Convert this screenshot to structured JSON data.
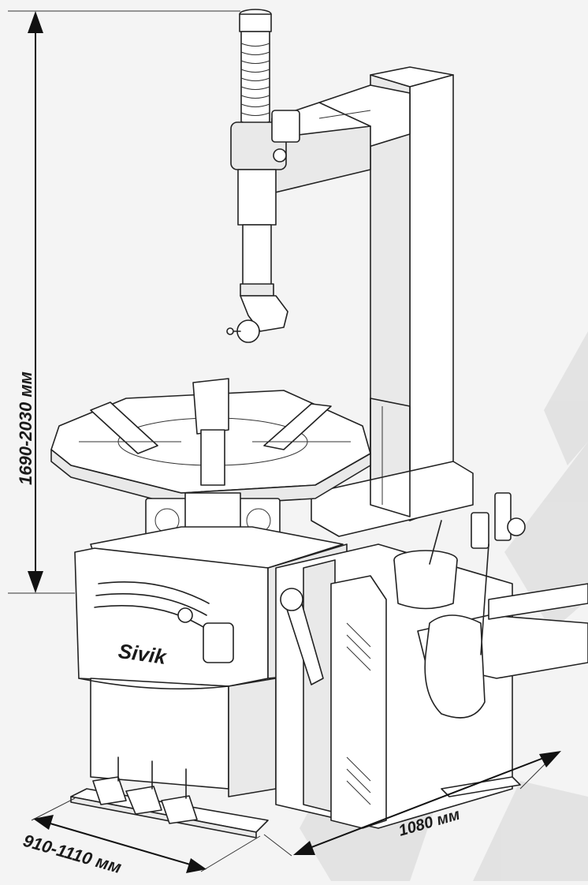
{
  "dimensions": {
    "height_label": "1690-2030 мм",
    "width_label": "910-1110 мм",
    "depth_label": "1080 мм"
  },
  "brand": {
    "logo_text": "Sivik"
  },
  "colors": {
    "line": "#222222",
    "background": "#f4f4f4",
    "watermark": "#dcdcdc"
  }
}
